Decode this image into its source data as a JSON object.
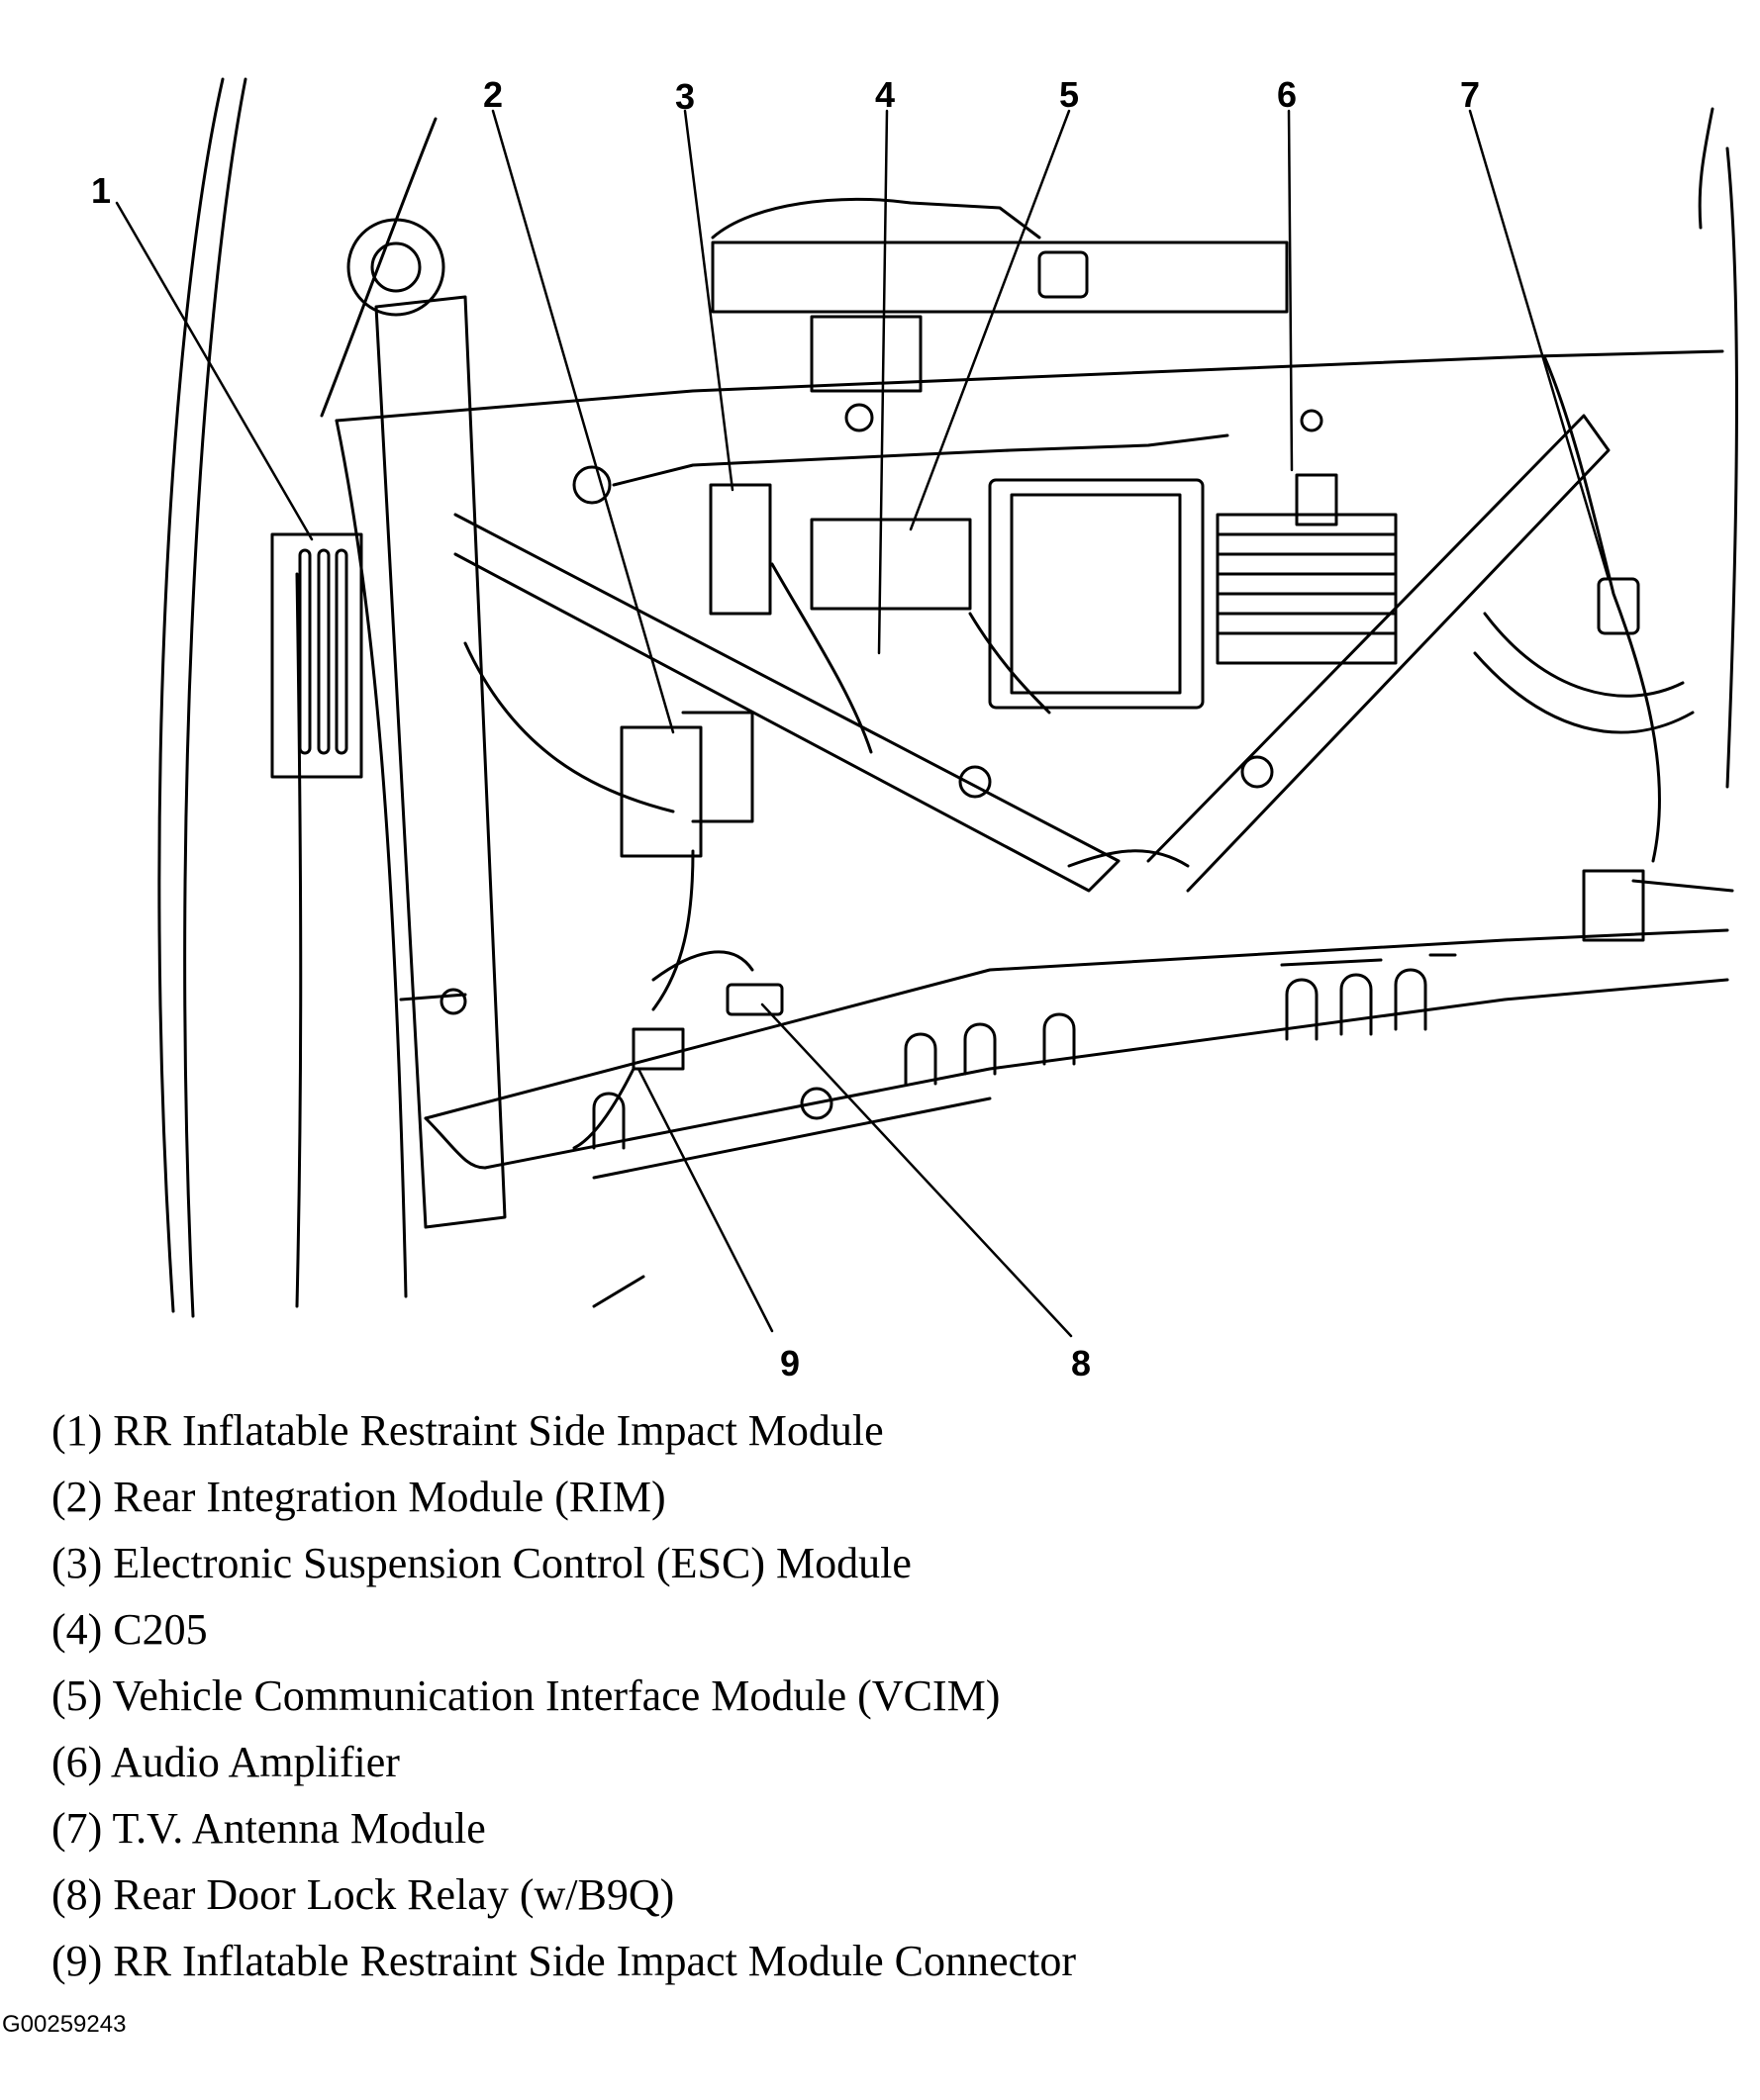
{
  "callouts": [
    "1",
    "2",
    "3",
    "4",
    "5",
    "6",
    "7",
    "8",
    "9"
  ],
  "legend": [
    "(1) RR Inflatable Restraint Side Impact Module",
    "(2) Rear Integration Module (RIM)",
    "(3) Electronic Suspension Control (ESC) Module",
    "(4) C205",
    "(5) Vehicle Communication Interface Module (VCIM)",
    "(6) Audio Amplifier",
    "(7) T.V. Antenna Module",
    "(8) Rear Door Lock Relay (w/B9Q)",
    "(9) RR Inflatable Restraint Side Impact Module Connector"
  ],
  "figure_id": "G00259243"
}
